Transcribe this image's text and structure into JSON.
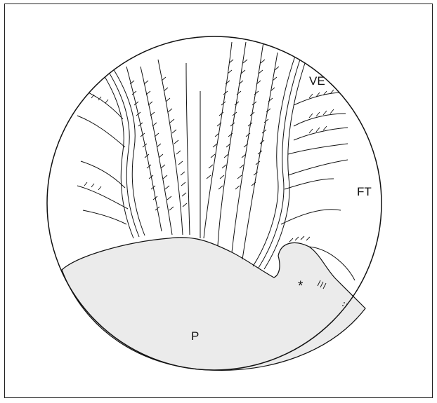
{
  "labels": {
    "ve": "VE",
    "ft": "FT",
    "p": "P",
    "asterisk": "*"
  },
  "colors": {
    "stroke": "#111111",
    "fill_p": "#ebebeb",
    "background": "#ffffff"
  }
}
